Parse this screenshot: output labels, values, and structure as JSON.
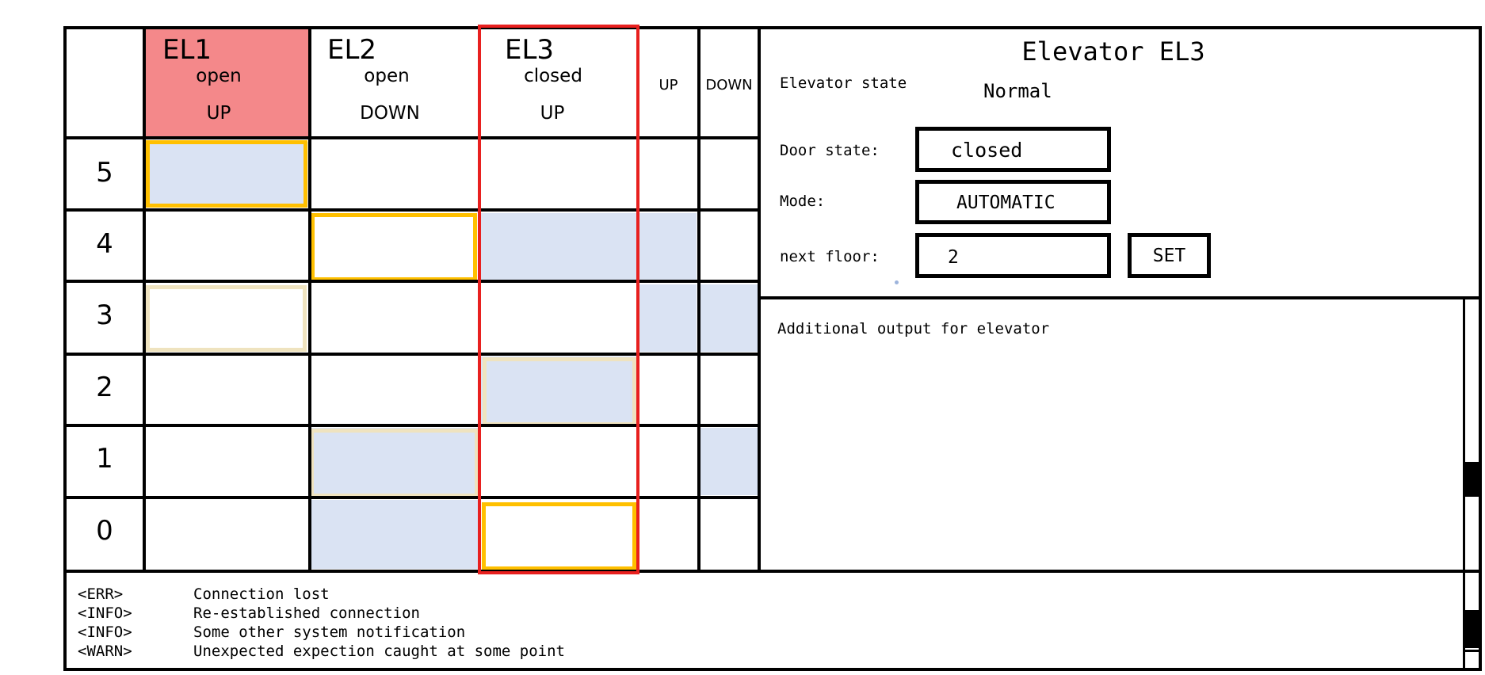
{
  "colors": {
    "selected_header": "#f4888a",
    "floor_highlight": "#dae3f3",
    "current_car": "#ffc000",
    "target_car": "#efe3bf",
    "selected_column": "#e8201f"
  },
  "elevators": [
    {
      "name": "EL1",
      "door": "open",
      "direction": "UP"
    },
    {
      "name": "EL2",
      "door": "open",
      "direction": "DOWN"
    },
    {
      "name": "EL3",
      "door": "closed",
      "direction": "UP"
    }
  ],
  "call_headers": {
    "up": "UP",
    "down": "DOWN"
  },
  "floors": [
    "5",
    "4",
    "3",
    "2",
    "1",
    "0"
  ],
  "details": {
    "title": "Elevator EL3",
    "state_label": "Elevator state",
    "state_value": "Normal",
    "door_label": "Door state:",
    "door_value": "closed",
    "mode_label": "Mode:",
    "mode_value": "AUTOMATIC",
    "next_floor_label": "next floor:",
    "next_floor_value": "2",
    "set_label": "SET"
  },
  "output_text": "Additional output for elevator",
  "log": [
    {
      "level": "<ERR>",
      "message": "Connection lost"
    },
    {
      "level": "<INFO>",
      "message": "Re-established connection"
    },
    {
      "level": "<INFO>",
      "message": "Some other system notification"
    },
    {
      "level": "<WARN>",
      "message": "Unexpected expection caught at some point"
    }
  ]
}
